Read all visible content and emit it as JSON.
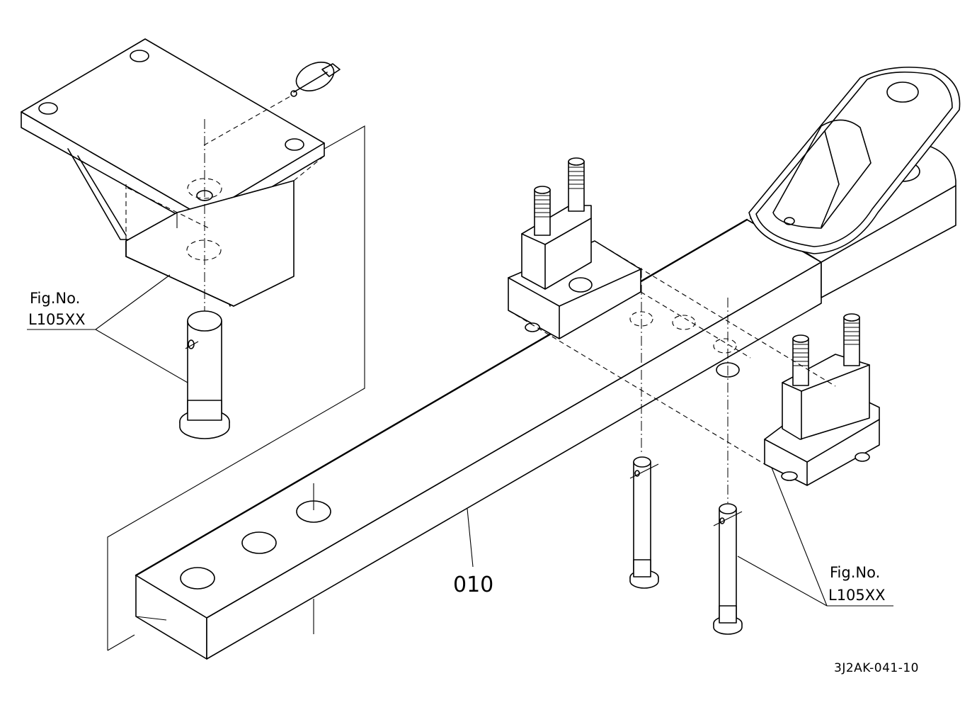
{
  "callouts": [
    {
      "fig_label": "Fig.No.",
      "fig_code": "L105XX"
    },
    {
      "fig_label": "Fig.No.",
      "fig_code": "L105XX"
    }
  ],
  "part_number": "010",
  "drawing_code": "3J2AK-041-10"
}
